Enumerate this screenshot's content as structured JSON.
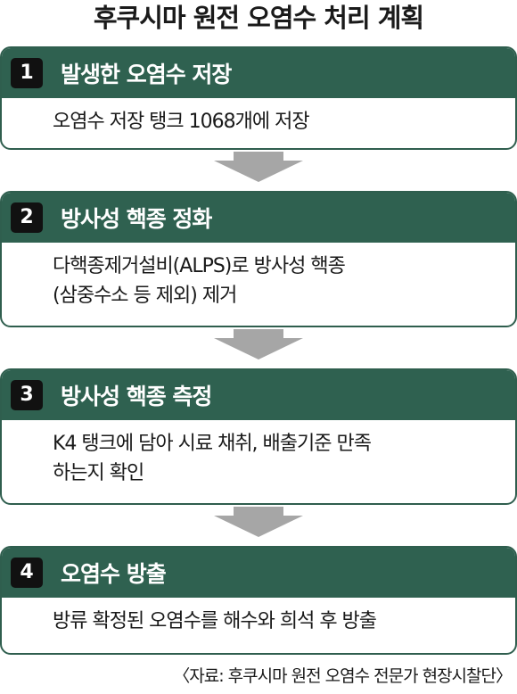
{
  "title": "후쿠시마 원전 오염수 처리 계획",
  "steps": [
    {
      "number": "1",
      "title": "발생한 오염수 저장",
      "lines": [
        "오염수 저장 탱크 1068개에 저장"
      ]
    },
    {
      "number": "2",
      "title": "방사성 핵종 정화",
      "lines": [
        "다핵종제거설비(ALPS)로 방사성 핵종",
        "(삼중수소 등 제외) 제거"
      ]
    },
    {
      "number": "3",
      "title": "방사성 핵종 측정",
      "lines": [
        "K4 탱크에 담아 시료 채취, 배출기준 만족",
        "하는지 확인"
      ]
    },
    {
      "number": "4",
      "title": "오염수 방출",
      "lines": [
        "방류 확정된 오염수를 해수와 희석 후 방출"
      ]
    }
  ],
  "source": "〈자료: 후쿠시마 원전 오염수 전문가 현장시찰단〉",
  "colors": {
    "header": "#2f6150",
    "border": "#2f5e4e",
    "badge": "#111111",
    "arrow": "#a6a6a6"
  }
}
